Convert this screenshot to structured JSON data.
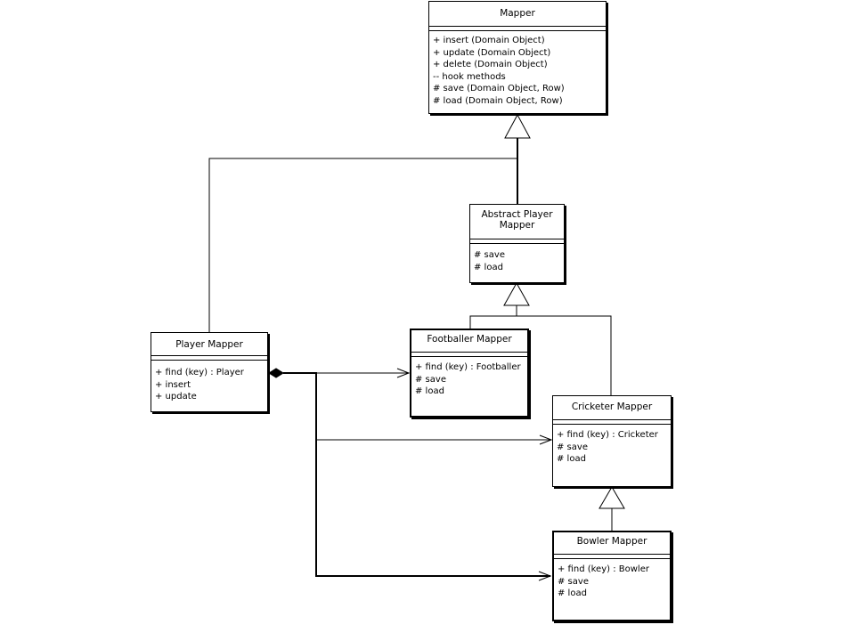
{
  "classes": {
    "mapper": {
      "name": "Mapper",
      "ops": [
        "+ insert (Domain Object)",
        "+ update (Domain Object)",
        "+ delete (Domain Object)",
        "-- hook methods",
        "# save (Domain Object, Row)",
        "# load (Domain Object, Row)"
      ]
    },
    "abstract_player_mapper": {
      "name_line1": "Abstract Player",
      "name_line2": "Mapper",
      "ops": [
        "# save",
        "# load"
      ]
    },
    "player_mapper": {
      "name": "Player Mapper",
      "ops": [
        "+ find (key) : Player",
        "+ insert",
        "+ update"
      ]
    },
    "footballer_mapper": {
      "name": "Footballer Mapper",
      "ops": [
        "+ find (key) : Footballer",
        "# save",
        "# load"
      ]
    },
    "cricketer_mapper": {
      "name": "Cricketer Mapper",
      "ops": [
        "+ find (key) : Cricketer",
        "# save",
        "# load"
      ]
    },
    "bowler_mapper": {
      "name": "Bowler Mapper",
      "ops": [
        "+ find (key) : Bowler",
        "# save",
        "# load"
      ]
    }
  }
}
